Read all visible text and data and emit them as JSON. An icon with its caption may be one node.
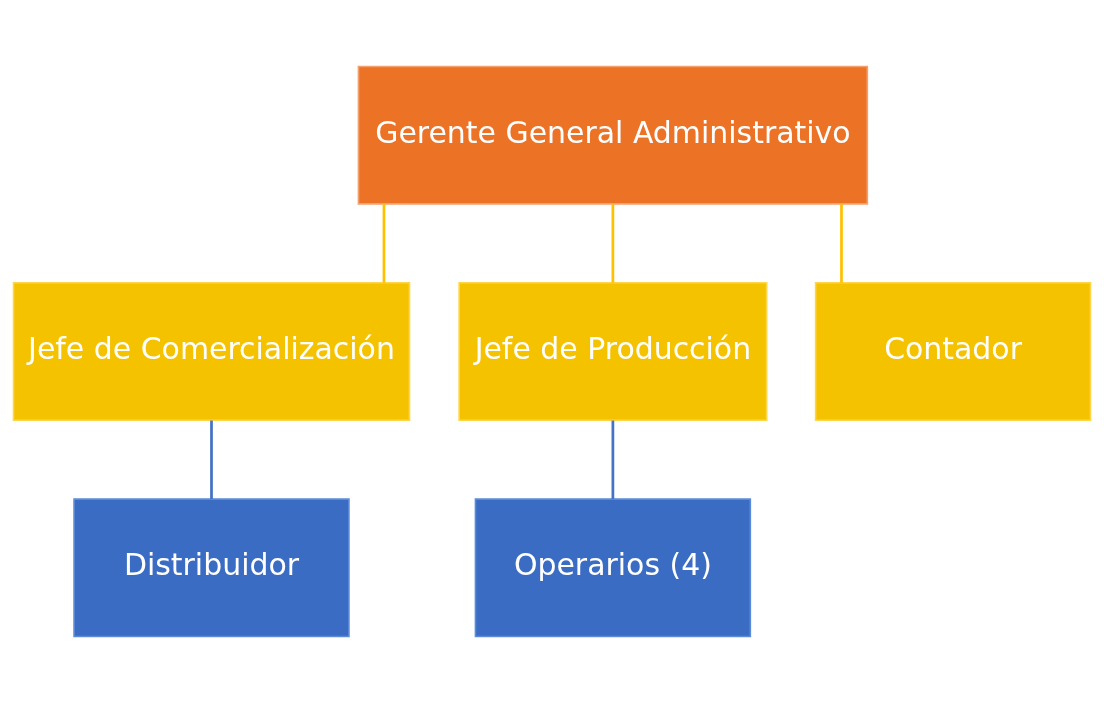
{
  "diagram": {
    "nodes": [
      {
        "text": [
          "Gerente General Administrativo"
        ]
      },
      {
        "text": [
          "Jefe de Comercialización"
        ]
      },
      {
        "text": [
          "Jefe de Producción"
        ]
      },
      {
        "text": [
          "Contador"
        ]
      },
      {
        "text": [
          "Distribuidor"
        ]
      },
      {
        "text": [
          "Operarios (4)"
        ]
      }
    ],
    "edges": [
      {
        "from": 0,
        "to": 1,
        "arrow": "none"
      },
      {
        "from": 0,
        "to": 2,
        "arrow": "none"
      },
      {
        "from": 0,
        "to": 3,
        "arrow": "none"
      },
      {
        "from": 1,
        "to": 4,
        "arrow": "none",
        "color": "#4472c4"
      },
      {
        "from": 2,
        "to": 5,
        "arrow": "none",
        "color": "#4472c4"
      }
    ]
  }
}
